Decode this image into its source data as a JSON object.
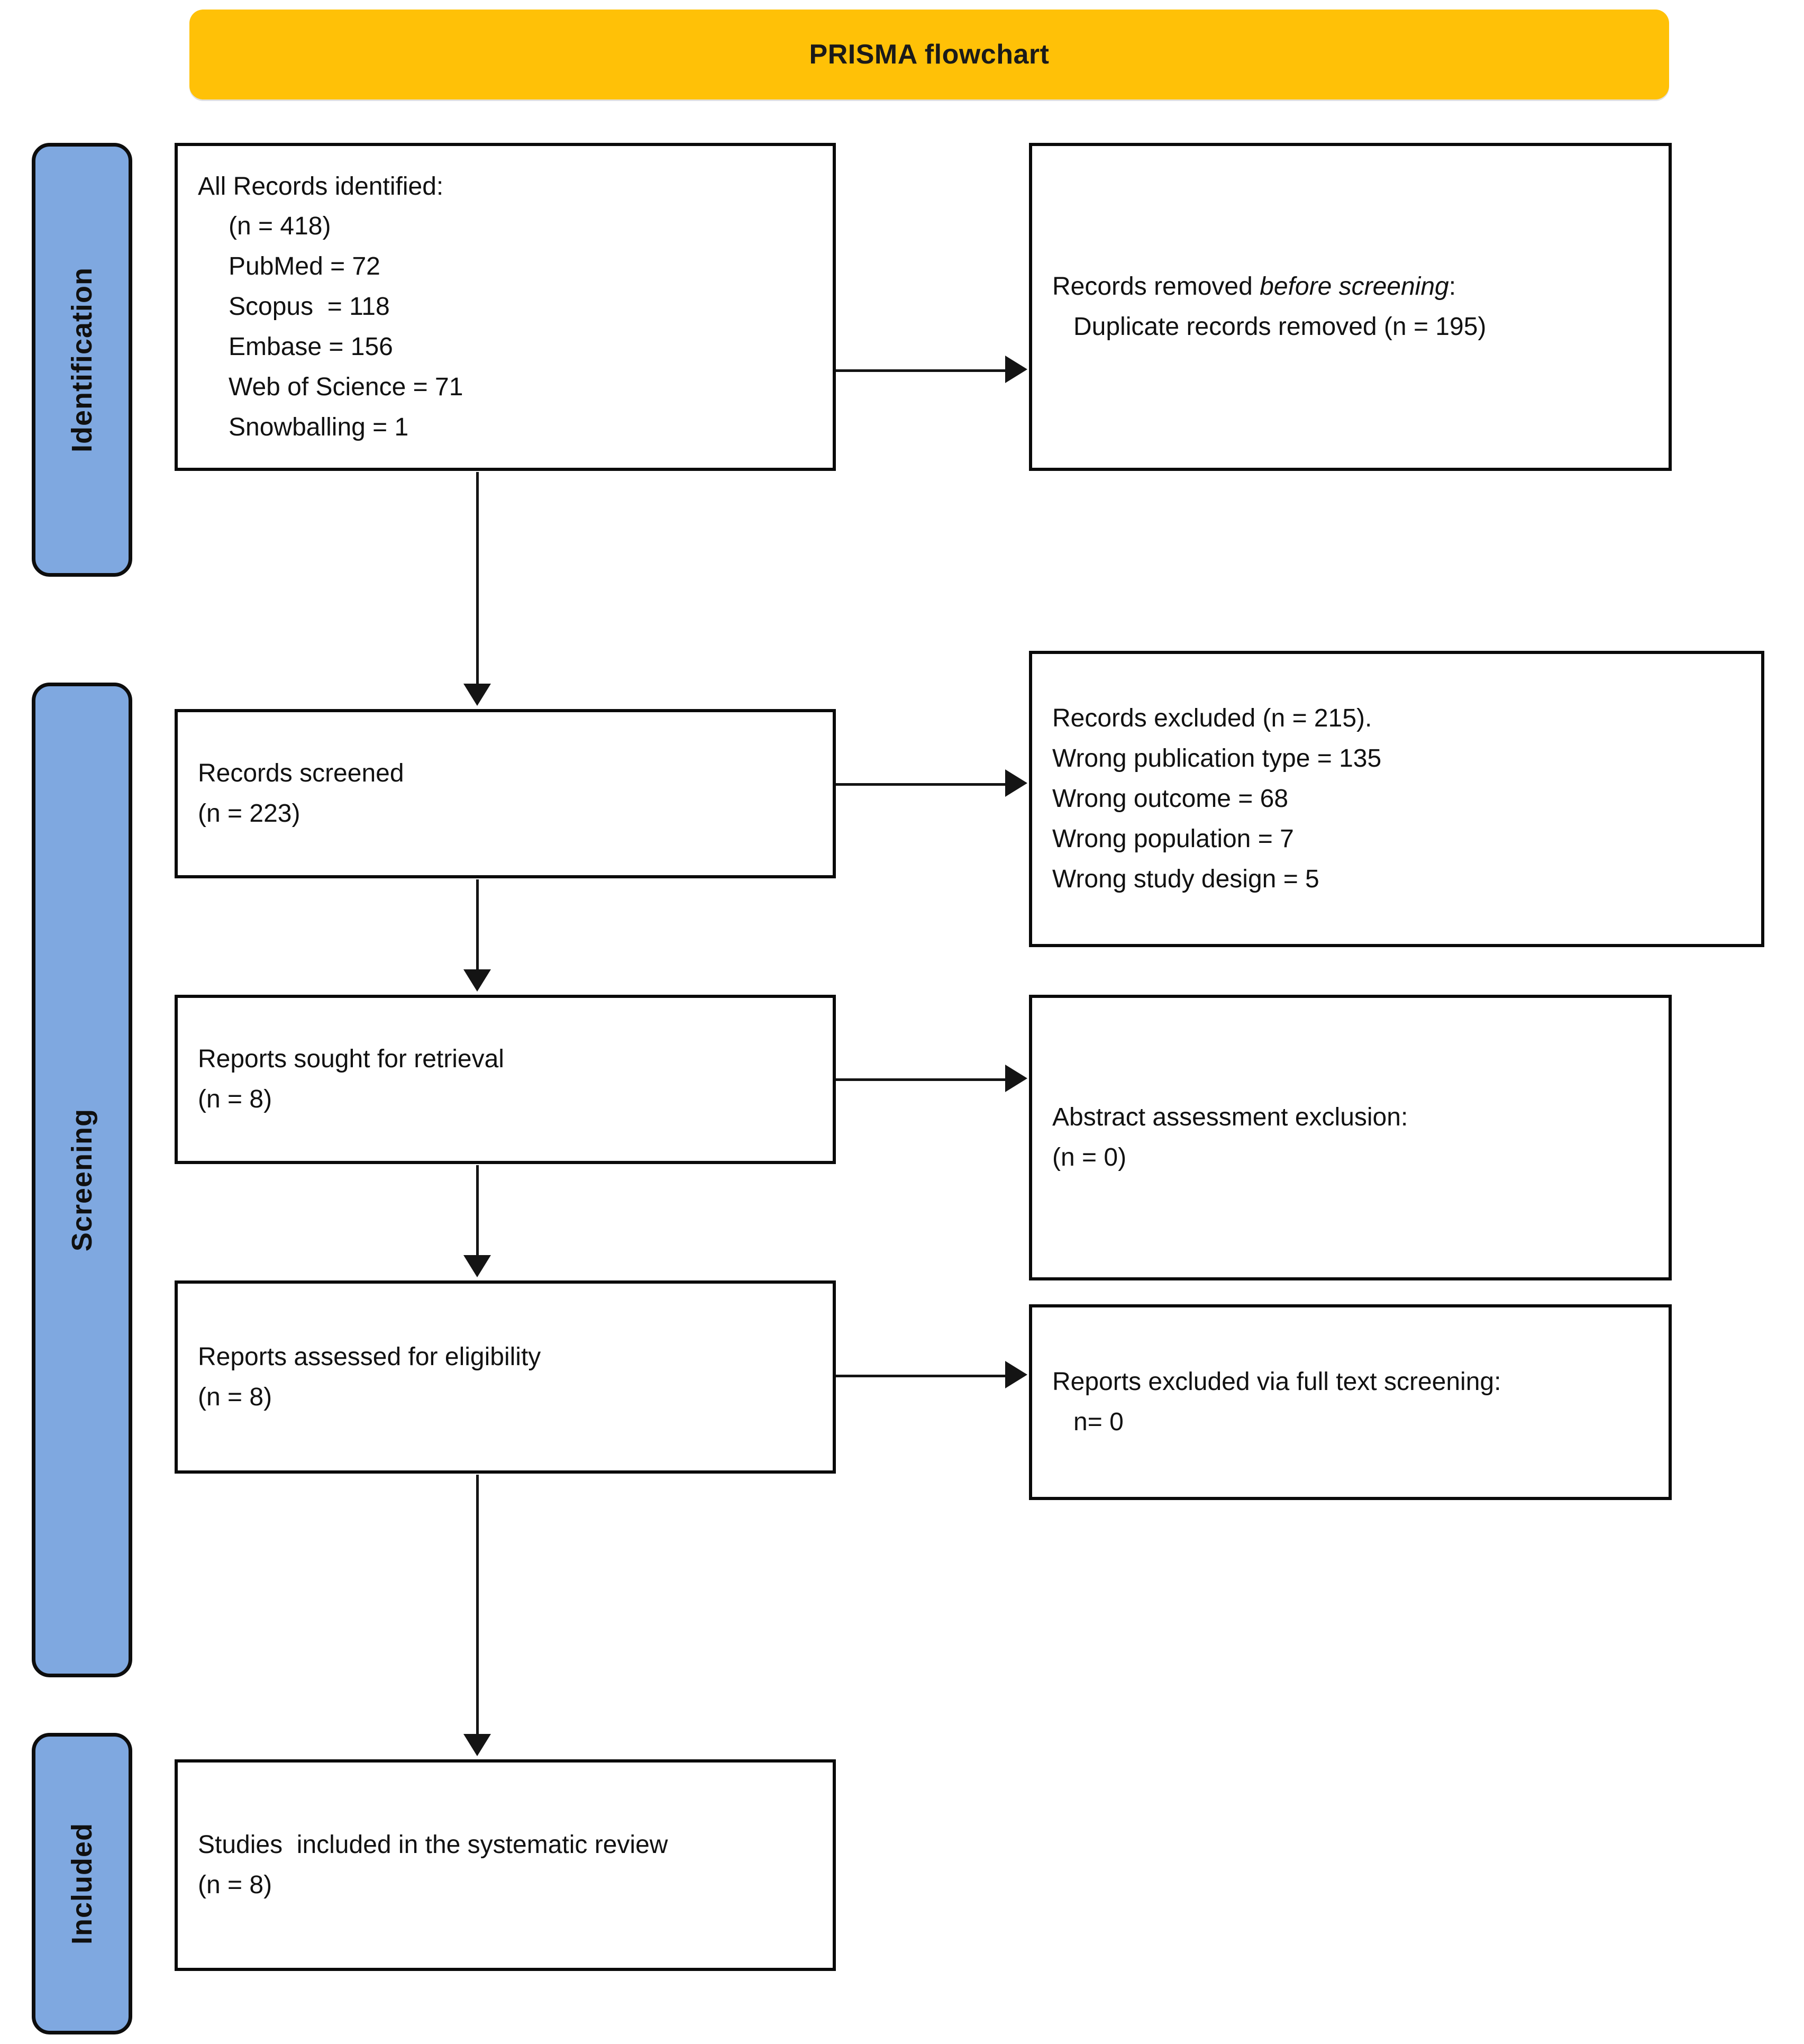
{
  "header": {
    "title": "PRISMA flowchart",
    "bar_color": "#FFC107"
  },
  "phases": {
    "bar_color": "#7FA8E0",
    "items": [
      {
        "id": "identification",
        "label": "Identification"
      },
      {
        "id": "screening",
        "label": "Screening"
      },
      {
        "id": "included",
        "label": "Included"
      }
    ]
  },
  "boxes": {
    "identified": {
      "name": "All Records identified",
      "lines": [
        "All Records identified:",
        "(n = 418)",
        "PubMed = 72",
        "Scopus  = 118",
        "Embase = 156",
        "Web of Science = 71",
        "Snowballing = 1"
      ]
    },
    "removed": {
      "name": "Records removed before screening",
      "line1_prefix": "Records removed ",
      "line1_italic": "before screening",
      "line1_suffix": ":",
      "line2": "Duplicate records removed (n = 195)"
    },
    "screened": {
      "name": "Records screened",
      "lines": [
        "Records screened",
        "(n = 223)"
      ]
    },
    "excluded": {
      "name": "Records excluded",
      "lines": [
        "Records excluded (n = 215).",
        "Wrong publication type = 135",
        "Wrong outcome = 68",
        "Wrong population = 7",
        "Wrong study design = 5"
      ]
    },
    "sought": {
      "name": "Reports sought for retrieval",
      "lines": [
        "Reports sought for retrieval",
        "(n = 8)"
      ]
    },
    "abstract": {
      "name": "Abstract assessment exclusion",
      "lines": [
        "Abstract assessment exclusion:",
        "(n = 0)"
      ]
    },
    "assessed": {
      "name": "Reports assessed for eligibility",
      "lines": [
        "Reports assessed for eligibility",
        "(n = 8)"
      ]
    },
    "fulltext": {
      "name": "Reports excluded via full text screening",
      "lines": [
        "Reports excluded via full text screening:",
        "n= 0"
      ]
    },
    "included": {
      "name": "Studies included in the systematic review",
      "lines": [
        "Studies  included in the systematic review",
        "(n = 8)"
      ]
    }
  },
  "chart_data": {
    "type": "diagram",
    "title": "PRISMA flowchart",
    "nodes": [
      {
        "id": "identified",
        "phase": "Identification",
        "label": "All Records identified",
        "n": 418,
        "sources": {
          "PubMed": 72,
          "Scopus": 118,
          "Embase": 156,
          "Web of Science": 71,
          "Snowballing": 1
        }
      },
      {
        "id": "removed",
        "phase": "Identification",
        "label": "Records removed before screening",
        "duplicate_records_removed": 195
      },
      {
        "id": "screened",
        "phase": "Screening",
        "label": "Records screened",
        "n": 223
      },
      {
        "id": "excluded",
        "phase": "Screening",
        "label": "Records excluded",
        "n": 215,
        "reasons": {
          "Wrong publication type": 135,
          "Wrong outcome": 68,
          "Wrong population": 7,
          "Wrong study design": 5
        }
      },
      {
        "id": "sought",
        "phase": "Screening",
        "label": "Reports sought for retrieval",
        "n": 8
      },
      {
        "id": "abstract",
        "phase": "Screening",
        "label": "Abstract assessment exclusion",
        "n": 0
      },
      {
        "id": "assessed",
        "phase": "Screening",
        "label": "Reports assessed for eligibility",
        "n": 8
      },
      {
        "id": "fulltext",
        "phase": "Screening",
        "label": "Reports excluded via full text screening",
        "n": 0
      },
      {
        "id": "included",
        "phase": "Included",
        "label": "Studies included in the systematic review",
        "n": 8
      }
    ],
    "edges": [
      {
        "from": "identified",
        "to": "removed",
        "direction": "right"
      },
      {
        "from": "identified",
        "to": "screened",
        "direction": "down"
      },
      {
        "from": "screened",
        "to": "excluded",
        "direction": "right"
      },
      {
        "from": "screened",
        "to": "sought",
        "direction": "down"
      },
      {
        "from": "sought",
        "to": "abstract",
        "direction": "right"
      },
      {
        "from": "sought",
        "to": "assessed",
        "direction": "down"
      },
      {
        "from": "assessed",
        "to": "fulltext",
        "direction": "right"
      },
      {
        "from": "assessed",
        "to": "included",
        "direction": "down"
      }
    ]
  }
}
